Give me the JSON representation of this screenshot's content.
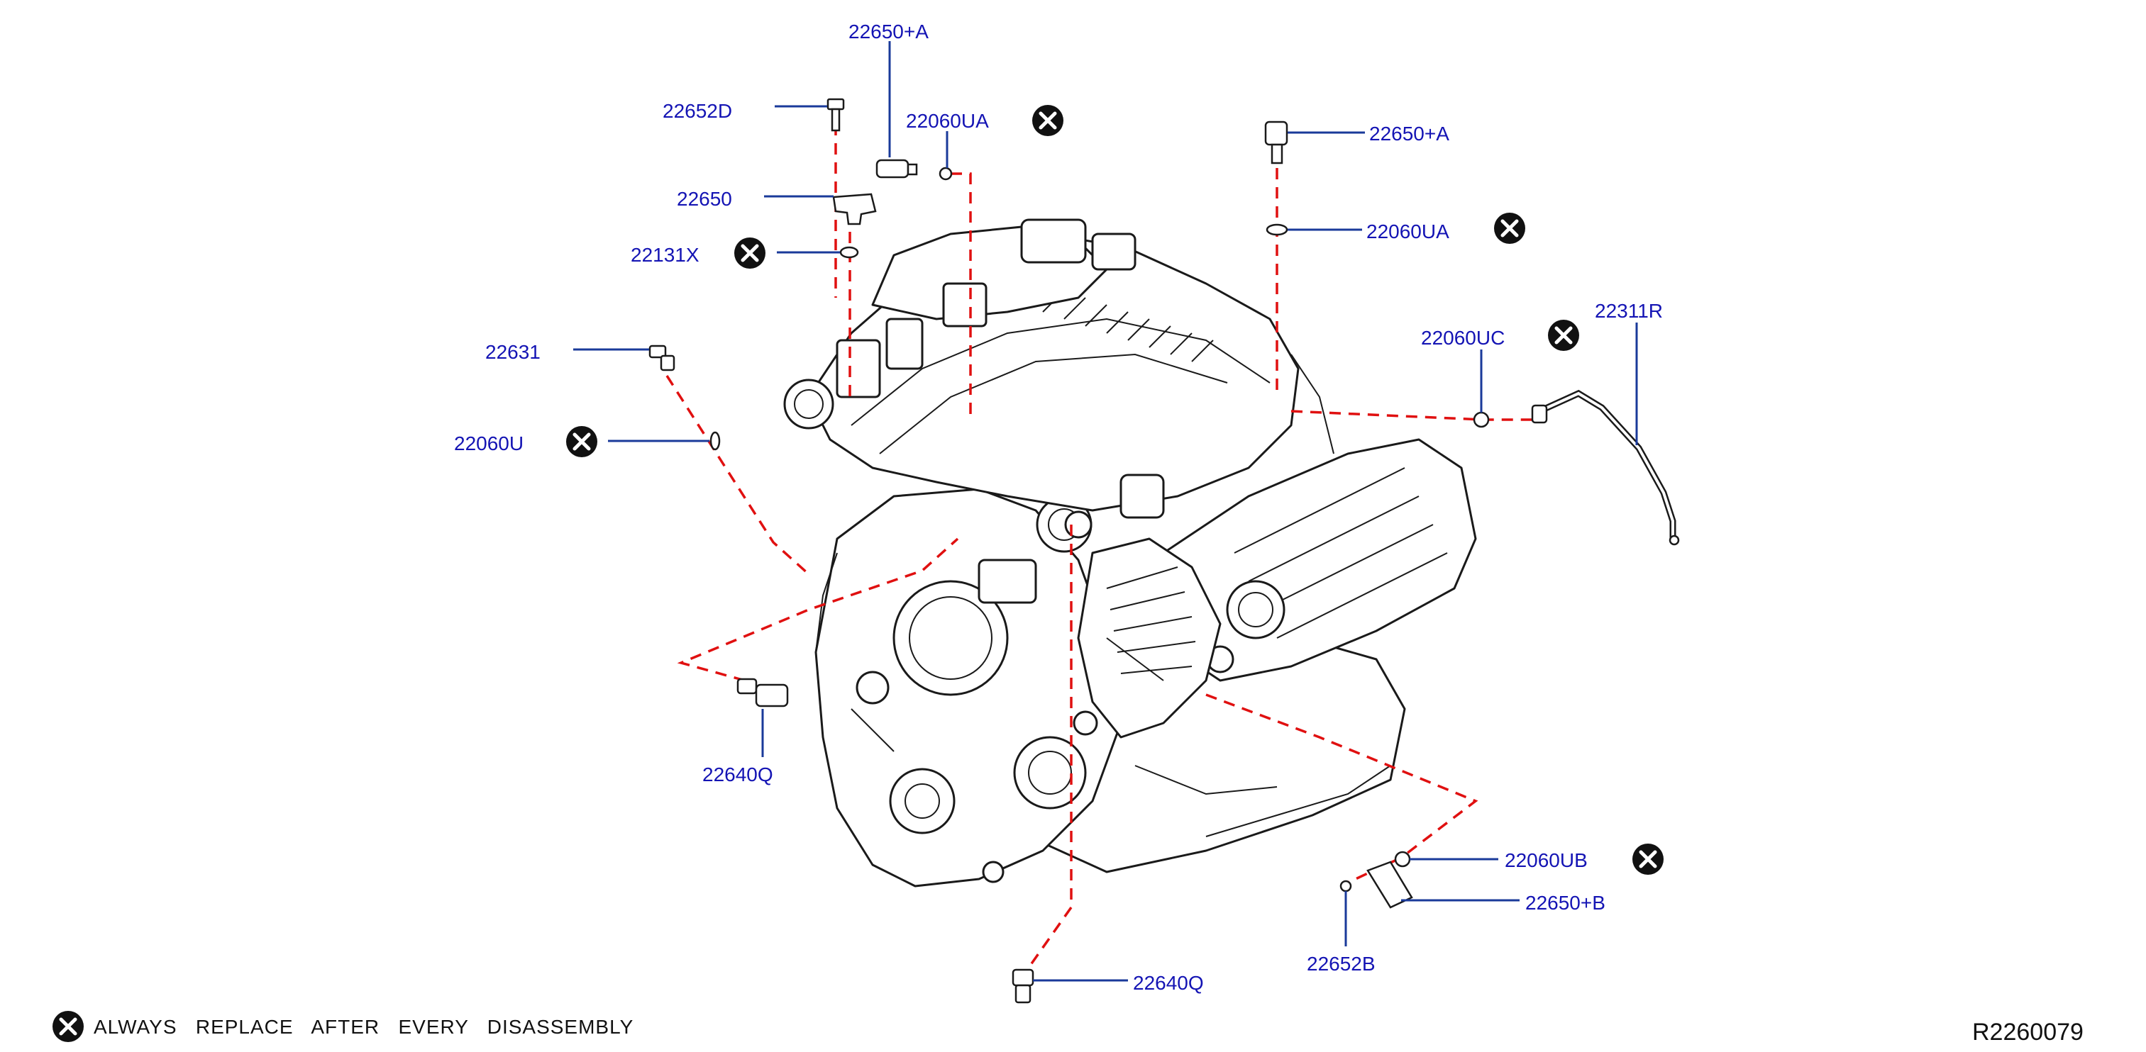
{
  "labels": {
    "l1": "22650+A",
    "l2": "22652D",
    "l3": "22060UA",
    "l4": "22650",
    "l5": "22131X",
    "l6": "22631",
    "l7": "22060U",
    "l8": "22650+A",
    "l9": "22060UA",
    "l10": "22060UC",
    "l11": "22311R",
    "l12": "22640Q",
    "l13": "22060UB",
    "l14": "22650+B",
    "l15": "22652B",
    "l16": "22640Q"
  },
  "legend": {
    "text": "ALWAYS   REPLACE   AFTER   EVERY   DISASSEMBLY",
    "icon": "replace-x-icon"
  },
  "reference": "R2260079",
  "colors": {
    "label": "#1414b4",
    "leader": "#1a3a9a",
    "dashed": "#e01010",
    "line": "#1a1a1a"
  }
}
